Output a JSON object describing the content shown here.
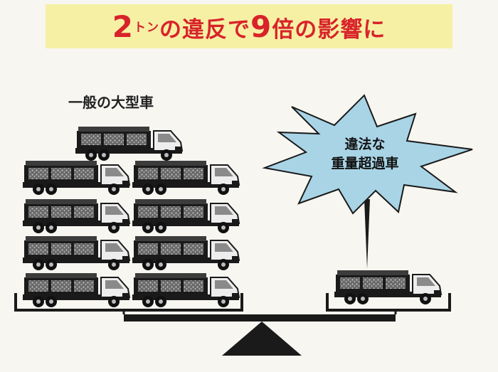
{
  "title": {
    "num1": "2",
    "unit": "トン",
    "text1": "の違反で",
    "num2": "9",
    "text2": "倍の影響に"
  },
  "label_general": "一般の大型車",
  "burst": {
    "line1": "違法な",
    "line2": "重量超過車"
  },
  "colors": {
    "title_bg": "#f6f0a4",
    "title_text": "#d8232a",
    "burst_fill": "#a8d4e6",
    "truck_body": "#1a1a1a"
  }
}
